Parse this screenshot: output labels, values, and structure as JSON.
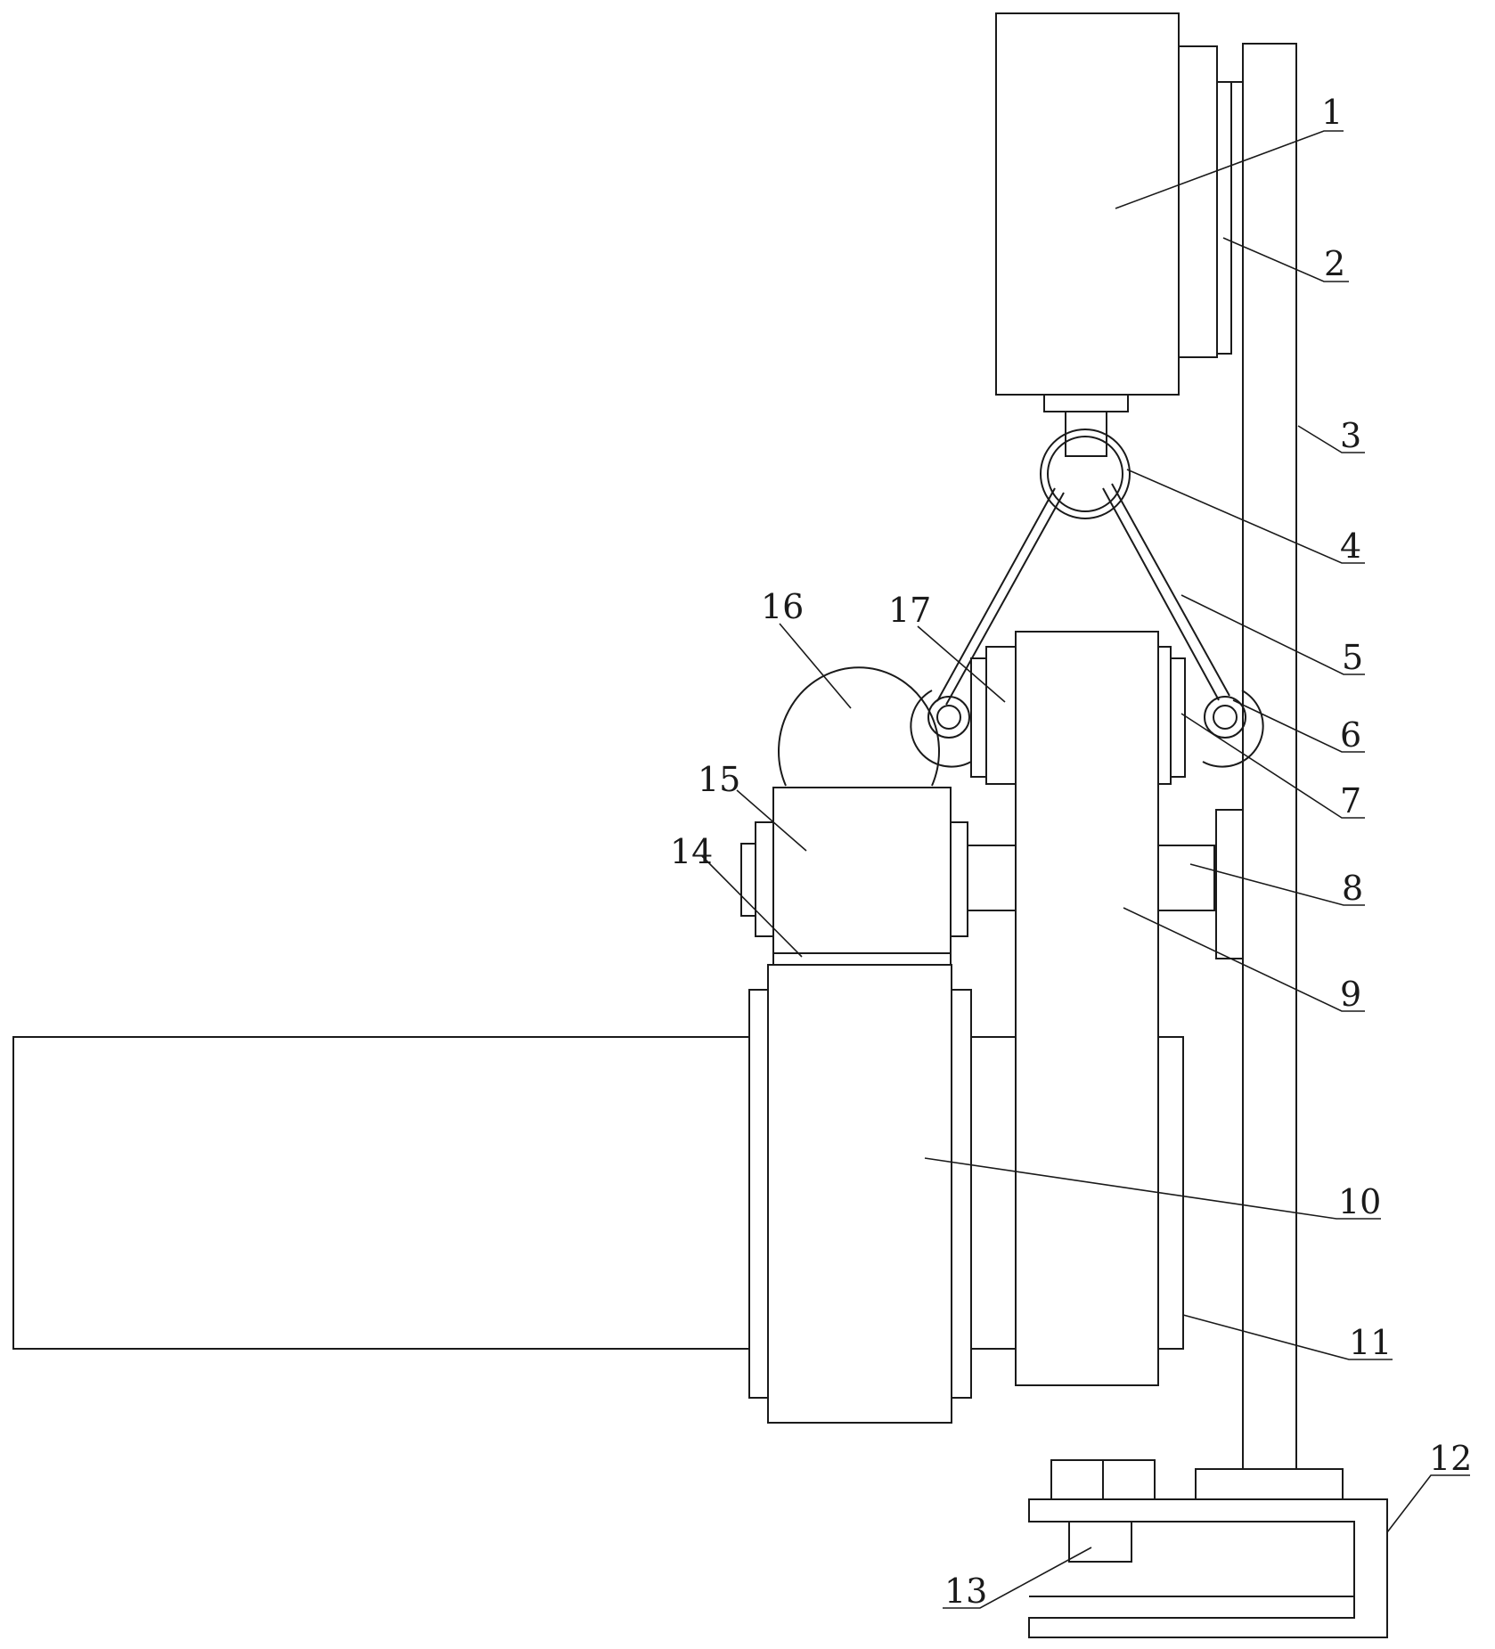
{
  "callouts": [
    {
      "id": "label-1",
      "text": "1"
    },
    {
      "id": "label-2",
      "text": "2"
    },
    {
      "id": "label-3",
      "text": "3"
    },
    {
      "id": "label-4",
      "text": "4"
    },
    {
      "id": "label-5",
      "text": "5"
    },
    {
      "id": "label-6",
      "text": "6"
    },
    {
      "id": "label-7",
      "text": "7"
    },
    {
      "id": "label-8",
      "text": "8"
    },
    {
      "id": "label-9",
      "text": "9"
    },
    {
      "id": "label-10",
      "text": "10"
    },
    {
      "id": "label-11",
      "text": "11"
    },
    {
      "id": "label-12",
      "text": "12"
    },
    {
      "id": "label-13",
      "text": "13"
    },
    {
      "id": "label-14",
      "text": "14"
    },
    {
      "id": "label-15",
      "text": "15"
    },
    {
      "id": "label-16",
      "text": "16"
    },
    {
      "id": "label-17",
      "text": "17"
    }
  ]
}
